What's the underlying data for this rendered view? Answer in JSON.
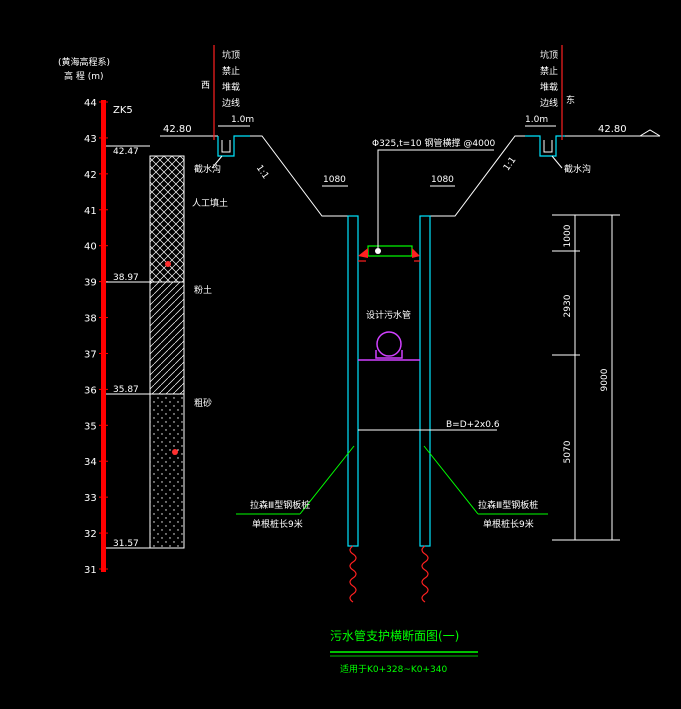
{
  "colors": {
    "background": "#000000",
    "axis": "#ff0000",
    "line": "#ffffff",
    "pile": "#00e5ff",
    "label": "#00ff00",
    "pipe": "#d040ff"
  },
  "elevation_axis": {
    "title_line1": "(黄海高程系)",
    "title_line2": "高 程 (m)",
    "ticks": [
      "44",
      "43",
      "42",
      "41",
      "40",
      "39",
      "38",
      "37",
      "36",
      "35",
      "34",
      "33",
      "32",
      "31"
    ]
  },
  "borehole": {
    "id": "ZK5",
    "top_elevation": "42.47",
    "layers": [
      {
        "bottom": "38.97",
        "name": "人工填土"
      },
      {
        "bottom": "35.87",
        "name": "粉土"
      },
      {
        "bottom": "31.57",
        "name": "粗砂"
      }
    ]
  },
  "ground": {
    "left_elevation": "42.80",
    "right_elevation": "42.80",
    "left_dist": "1.0m",
    "right_dist": "1.0m",
    "slope_left": "1:1",
    "slope_right": "1:1"
  },
  "labels": {
    "drain_left": "截水沟",
    "drain_right": "截水沟",
    "west": "西",
    "east": "东",
    "warn_left": [
      "坑顶",
      "禁止",
      "堆载",
      "边线"
    ],
    "warn_right": [
      "坑顶",
      "禁止",
      "堆载",
      "边线"
    ],
    "strut": "Φ325,t=10 钢管横撑 @4000",
    "bench_left": "1080",
    "bench_right": "1080",
    "pipe": "设计污水管",
    "width": "B=D+2x0.6",
    "pile_left_line1": "拉森Ⅲ型钢板桩",
    "pile_left_line2": "单根桩长9米",
    "pile_right_line1": "拉森Ⅲ型钢板桩",
    "pile_right_line2": "单根桩长9米"
  },
  "dimensions": {
    "total": "9000",
    "segments": [
      "1000",
      "2930",
      "5070"
    ]
  },
  "title": {
    "main": "污水管支护横断面图(一)",
    "sub": "适用于K0+328~K0+340"
  }
}
